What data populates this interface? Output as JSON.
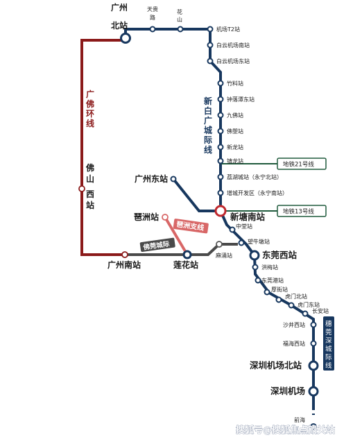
{
  "stations": {
    "guangzhou_north": "广州北站",
    "tianguilu": "天贵路",
    "huashan": "花山",
    "airport_t2": "机场T2站",
    "baiyun_airport_south": "白云机场南站",
    "baiyun_airport_east": "白云机场东站",
    "zhuliao": "竹料站",
    "zhongluotan_east": "钟落潭东站",
    "jiufo": "九佛站",
    "fotang": "佛塱站",
    "xinlong": "新龙站",
    "zhenlong": "镇龙站",
    "lihucheng": "荔湖城站（永宁北站）",
    "zengcheng_kaifaqu": "增城开发区（永宁南站）",
    "guangzhou_east": "广州东站",
    "xintang_south": "新塘南站",
    "zhongtang": "中堂站",
    "wangniudun": "望牛墩站",
    "dongguan_west": "东莞西站",
    "hongmei": "洪梅站",
    "dongguangang": "东莞港站",
    "houjie": "厚街站",
    "humen_north": "虎门北站",
    "humen_east": "虎门东站",
    "chang_an": "长安站",
    "shajing_west": "沙井西站",
    "fuhai_west": "福海西站",
    "shenzhen_airport_north": "深圳机场北站",
    "shenzhen_airport": "深圳机场",
    "qianhai": "前海",
    "pazhou": "琶洲站",
    "lianhua": "莲花站",
    "machong": "麻涌站",
    "guangzhou_south": "广州南站",
    "foshan_west": "佛山西站"
  },
  "lines": {
    "xinbai_guang": "新白广城际线",
    "guangfo_ring": "广佛环线",
    "pazhou_branch": "琶洲支线",
    "foguan": "佛莞城际",
    "guanshen": "穗莞深城际线"
  },
  "metro_tags": {
    "metro21": "地铁21号线",
    "metro13": "地铁13号线"
  },
  "watermark": "搜狐号@搜狐焦点韶关站",
  "colors": {
    "main_line": "#17375e",
    "guangfo_ring": "#8b1a1a",
    "pazhou_branch": "#d86767",
    "foguan": "#4a4a4a",
    "metro_tag": "#1f5a3c",
    "interchange_red": "#c0282d"
  }
}
